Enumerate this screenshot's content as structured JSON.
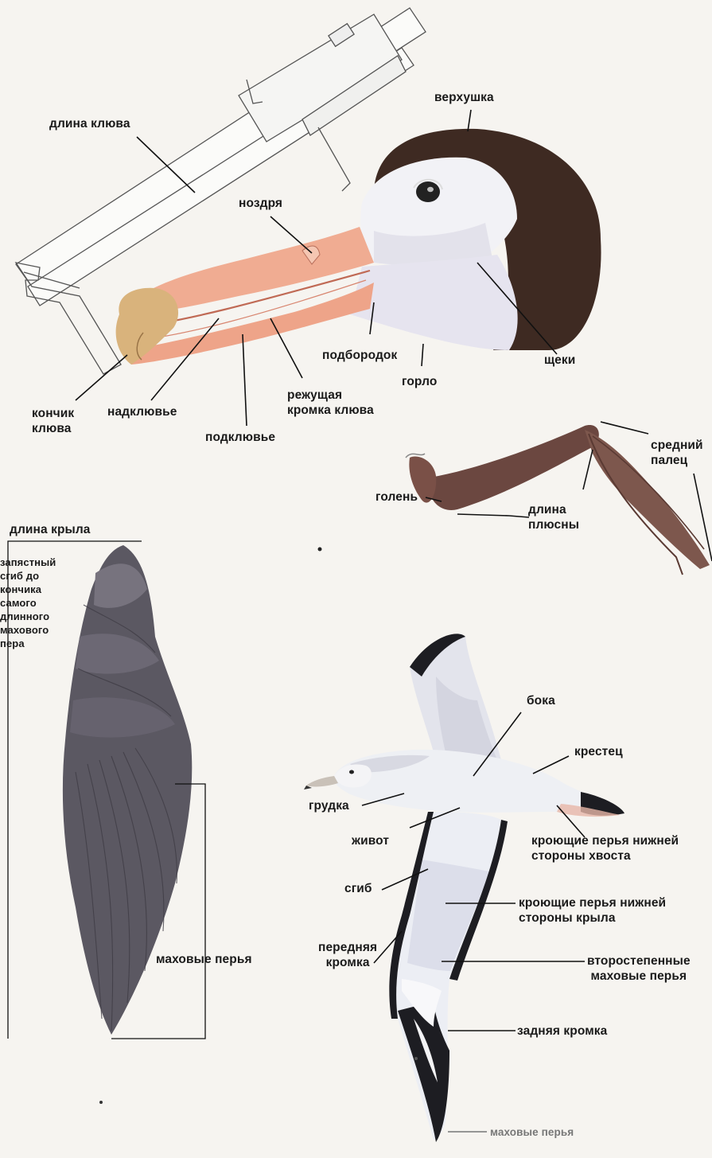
{
  "labels": {
    "beak_length": "длина клюва",
    "crown": "верхушка",
    "nostril": "ноздря",
    "chin": "подбородок",
    "throat": "горло",
    "cheeks": "щеки",
    "cutting_edge": "режущая\nкромка клюва",
    "beak_tip": "кончик\nклюва",
    "upper_mandible": "надклювье",
    "lower_mandible": "подклювье",
    "middle_toe": "средний\nпалец",
    "tibia": "голень",
    "tarsus_length": "длина\nплюсны",
    "wing_length": "длина крыла",
    "wing_length_note": "запястный\nсгиб до\nкончика\nсамого\nдлинного\nмахового\nпера",
    "flight_feathers_wing": "маховые перья",
    "flanks": "бока",
    "rump": "крестец",
    "breast": "грудка",
    "belly": "живот",
    "undertail_coverts": "кроющие перья нижней\nстороны хвоста",
    "bend_of_wing": "сгиб",
    "underwing_coverts": "кроющие перья нижней\nстороны крыла",
    "leading_edge": "передняя\nкромка",
    "secondaries": "второстепенные\nмаховые перья",
    "trailing_edge": "задняя кромка",
    "primaries": "маховые перья"
  },
  "colors": {
    "background": "#f6f4f0",
    "head_cap": "#3e2a22",
    "bill_pink": "#f0ac92",
    "bill_tip": "#d9b37c",
    "throat_grey": "#e6e4ef",
    "leg_brown": "#6b4740",
    "wing_grey": "#5b5862",
    "underwing_white": "#eceef4",
    "wing_dark": "#1d1d22"
  }
}
